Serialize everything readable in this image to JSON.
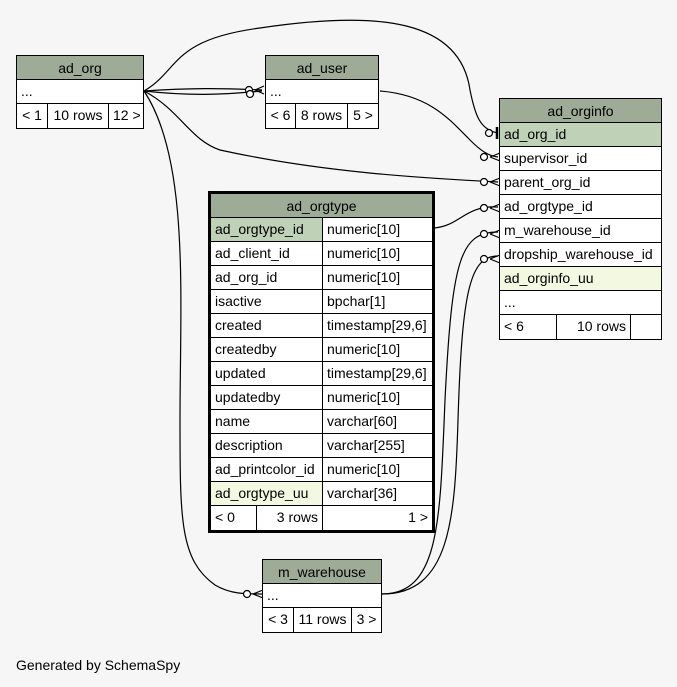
{
  "footer": "Generated by SchemaSpy",
  "tables": {
    "ad_org": {
      "name": "ad_org",
      "ellipsis": "...",
      "foot": [
        "< 1",
        "10 rows",
        "12 >"
      ]
    },
    "ad_user": {
      "name": "ad_user",
      "ellipsis": "...",
      "foot": [
        "< 6",
        "8 rows",
        "5 >"
      ]
    },
    "ad_orginfo": {
      "name": "ad_orginfo",
      "columns": [
        "ad_org_id",
        "supervisor_id",
        "parent_org_id",
        "ad_orgtype_id",
        "m_warehouse_id",
        "dropship_warehouse_id",
        "ad_orginfo_uu"
      ],
      "ellipsis": "...",
      "foot": [
        "< 6",
        "10 rows",
        ""
      ]
    },
    "ad_orgtype": {
      "name": "ad_orgtype",
      "columns": [
        [
          "ad_orgtype_id",
          "numeric[10]"
        ],
        [
          "ad_client_id",
          "numeric[10]"
        ],
        [
          "ad_org_id",
          "numeric[10]"
        ],
        [
          "isactive",
          "bpchar[1]"
        ],
        [
          "created",
          "timestamp[29,6]"
        ],
        [
          "createdby",
          "numeric[10]"
        ],
        [
          "updated",
          "timestamp[29,6]"
        ],
        [
          "updatedby",
          "numeric[10]"
        ],
        [
          "name",
          "varchar[60]"
        ],
        [
          "description",
          "varchar[255]"
        ],
        [
          "ad_printcolor_id",
          "numeric[10]"
        ],
        [
          "ad_orgtype_uu",
          "varchar[36]"
        ]
      ],
      "foot": [
        "< 0",
        "3 rows",
        "1 >"
      ]
    },
    "m_warehouse": {
      "name": "m_warehouse",
      "ellipsis": "...",
      "foot": [
        "< 3",
        "11 rows",
        "3 >"
      ]
    }
  }
}
